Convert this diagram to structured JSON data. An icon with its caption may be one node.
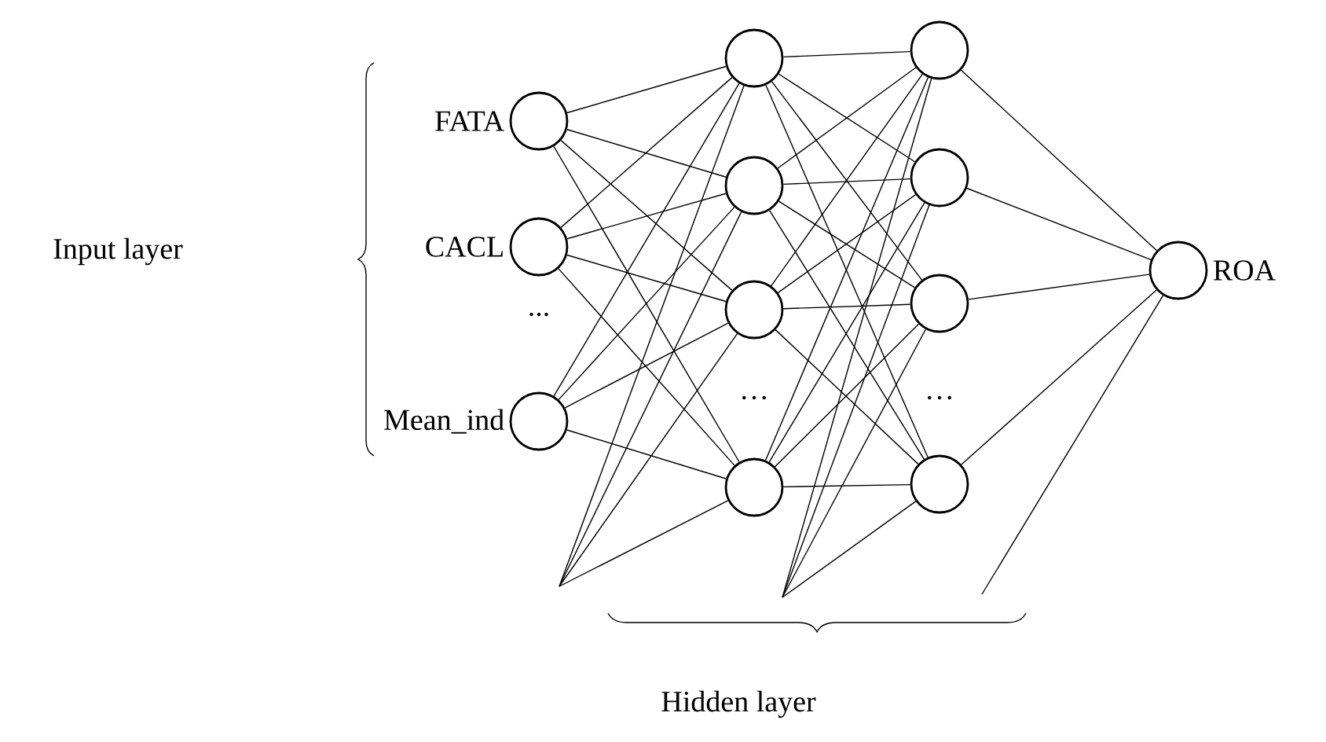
{
  "diagram": {
    "nodes": [
      {
        "text": [
          "FATA"
        ]
      },
      {
        "text": [
          "CACL"
        ]
      },
      {
        "text": [
          "Mean_ind"
        ]
      },
      {
        "text": [],
        "shape": "circle"
      },
      {
        "text": [],
        "shape": "circle"
      },
      {
        "text": [],
        "shape": "circle"
      },
      {
        "text": [],
        "shape": "circle"
      },
      {
        "text": [],
        "shape": "circle"
      },
      {
        "text": [],
        "shape": "circle"
      },
      {
        "text": [],
        "shape": "circle"
      },
      {
        "text": [],
        "shape": "circle"
      },
      {
        "text": [
          "ROA"
        ]
      }
    ],
    "edges": [
      {
        "from": 0,
        "to": 3,
        "arrow": "none"
      },
      {
        "from": 0,
        "to": 4,
        "arrow": "none"
      },
      {
        "from": 0,
        "to": 5,
        "arrow": "none"
      },
      {
        "from": 0,
        "to": 6,
        "arrow": "none"
      },
      {
        "from": 1,
        "to": 3,
        "arrow": "none"
      },
      {
        "from": 1,
        "to": 4,
        "arrow": "none"
      },
      {
        "from": 1,
        "to": 5,
        "arrow": "none"
      },
      {
        "from": 1,
        "to": 6,
        "arrow": "none"
      },
      {
        "from": 2,
        "to": 3,
        "arrow": "none"
      },
      {
        "from": 2,
        "to": 4,
        "arrow": "none"
      },
      {
        "from": 2,
        "to": 5,
        "arrow": "none"
      },
      {
        "from": 2,
        "to": 6,
        "arrow": "none"
      },
      {
        "from": null,
        "to": 3,
        "arrow": "none"
      },
      {
        "from": null,
        "to": 4,
        "arrow": "none"
      },
      {
        "from": null,
        "to": 5,
        "arrow": "none"
      },
      {
        "from": null,
        "to": 6,
        "arrow": "none"
      },
      {
        "from": 3,
        "to": 7,
        "arrow": "none"
      },
      {
        "from": 3,
        "to": 8,
        "arrow": "none"
      },
      {
        "from": 3,
        "to": 9,
        "arrow": "none"
      },
      {
        "from": 3,
        "to": 10,
        "arrow": "none"
      },
      {
        "from": 4,
        "to": 7,
        "arrow": "none"
      },
      {
        "from": 4,
        "to": 8,
        "arrow": "none"
      },
      {
        "from": 4,
        "to": 9,
        "arrow": "none"
      },
      {
        "from": 4,
        "to": 10,
        "arrow": "none"
      },
      {
        "from": 5,
        "to": 7,
        "arrow": "none"
      },
      {
        "from": 5,
        "to": 8,
        "arrow": "none"
      },
      {
        "from": 5,
        "to": 9,
        "arrow": "none"
      },
      {
        "from": 5,
        "to": 10,
        "arrow": "none"
      },
      {
        "from": 6,
        "to": 7,
        "arrow": "none"
      },
      {
        "from": 6,
        "to": 8,
        "arrow": "none"
      },
      {
        "from": 6,
        "to": 9,
        "arrow": "none"
      },
      {
        "from": 6,
        "to": 10,
        "arrow": "none"
      },
      {
        "from": null,
        "to": 7,
        "arrow": "none"
      },
      {
        "from": null,
        "to": 8,
        "arrow": "none"
      },
      {
        "from": null,
        "to": 9,
        "arrow": "none"
      },
      {
        "from": null,
        "to": 10,
        "arrow": "none"
      },
      {
        "from": 7,
        "to": 11,
        "arrow": "none"
      },
      {
        "from": 8,
        "to": 11,
        "arrow": "none"
      },
      {
        "from": 9,
        "to": 11,
        "arrow": "none"
      },
      {
        "from": 10,
        "to": 11,
        "arrow": "none"
      },
      {
        "from": null,
        "to": 11,
        "arrow": "none"
      }
    ],
    "labels": [
      "Input layer",
      "...",
      "…",
      "…",
      "Hidden layer"
    ]
  }
}
